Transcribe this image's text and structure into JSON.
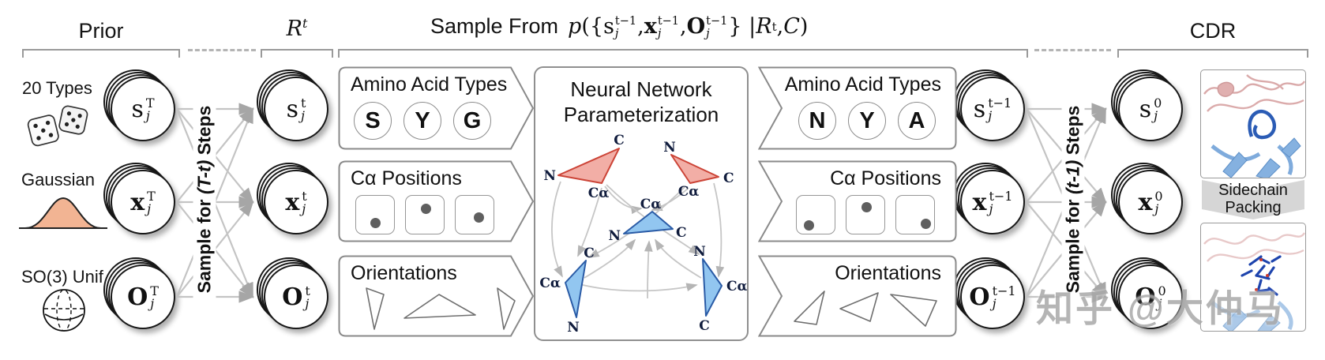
{
  "header": {
    "prior": "Prior",
    "r_base": "R",
    "r_sup": "t",
    "sample_from": "Sample From",
    "formula": {
      "p": "p",
      "open": " ({",
      "s": "s",
      "sup": "t−1",
      "sub": "j",
      "c1": ", ",
      "x": "x",
      "c2": ", ",
      "O": "O",
      "close_mid": "} | ",
      "R": "R",
      "R_sup": "t",
      "c3": ", ",
      "C": "C",
      "close": ")"
    },
    "cdr": "CDR"
  },
  "prior": {
    "types": "20 Types",
    "gaussian": "Gaussian",
    "so3": "SO(3) Unif."
  },
  "sampling": {
    "left": {
      "prefix": "Sample for ",
      "emph": "(T-t)",
      "suffix": " Steps"
    },
    "right": {
      "prefix": "Sample for ",
      "emph": "(t-1)",
      "suffix": " Steps"
    }
  },
  "nodes": {
    "sT": {
      "base": "s",
      "sup": "T",
      "sub": "j"
    },
    "xT": {
      "base": "x",
      "sup": "T",
      "sub": "j"
    },
    "OT": {
      "base": "O",
      "sup": "T",
      "sub": "j"
    },
    "st": {
      "base": "s",
      "sup": "t",
      "sub": "j"
    },
    "xt": {
      "base": "x",
      "sup": "t",
      "sub": "j"
    },
    "Ot": {
      "base": "O",
      "sup": "t",
      "sub": "j"
    },
    "st1": {
      "base": "s",
      "sup": "t−1",
      "sub": "j"
    },
    "xt1": {
      "base": "x",
      "sup": "t−1",
      "sub": "j"
    },
    "Ot1": {
      "base": "O",
      "sup": "t−1",
      "sub": "j"
    },
    "s0": {
      "base": "s",
      "sup": "0",
      "sub": "j"
    },
    "x0": {
      "base": "x",
      "sup": "0",
      "sub": "j"
    },
    "O0": {
      "base": "O",
      "sup": "0",
      "sub": "j"
    }
  },
  "boxes": {
    "left": {
      "amino": "Amino Acid Types",
      "letters": [
        "S",
        "Y",
        "G"
      ],
      "ca": "Cα Positions",
      "orient": "Orientations"
    },
    "right": {
      "amino": "Amino Acid Types",
      "letters": [
        "N",
        "Y",
        "A"
      ],
      "ca": "Cα Positions",
      "orient": "Orientations"
    }
  },
  "nn": {
    "title": "Neural Network Parameterization",
    "labels": {
      "rl": [
        "N",
        "C",
        "Cα"
      ],
      "rr": [
        "N",
        "C",
        "Cα"
      ],
      "bc": [
        "N",
        "C",
        "Cα"
      ],
      "bl": [
        "N",
        "C",
        "Cα"
      ],
      "br": [
        "N",
        "C",
        "Cα"
      ]
    }
  },
  "cdr_panel": {
    "sidechain": "Sidechain Packing"
  },
  "watermark": "知乎 @大仲马",
  "colors": {
    "red_frame_fill": "#f2aea6",
    "red_frame_stroke": "#cc4437",
    "blue_frame_fill": "#92c6f0",
    "blue_frame_stroke": "#2a5ba6",
    "gaussian_fill": "#f2b493",
    "arrow_gray": "#c4c4c4",
    "bracket_gray": "#9a9a9a",
    "watermark_gray": "#a9a9a9"
  }
}
